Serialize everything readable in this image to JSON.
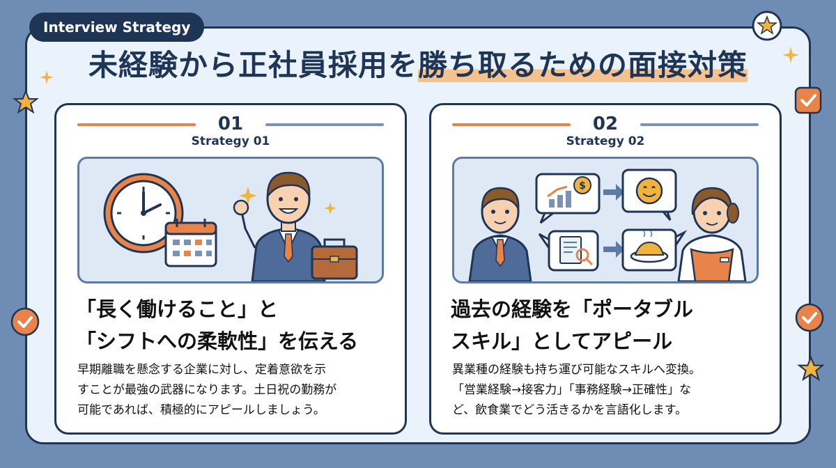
{
  "tag_label": "Interview Strategy",
  "title": {
    "plain": "未経験から正社員採用を",
    "highlight": "勝ち取るための面接対策"
  },
  "cards": [
    {
      "number": "01",
      "subtitle": "Strategy 01",
      "heading_line1": "「長く働けること」と",
      "heading_line2": "「シフトへの柔軟性」を伝える",
      "body_line1": "早期離職を懸念する企業に対し、定着意欲を示",
      "body_line2": "すことが最強の武器になります。土日祝の勤務が",
      "body_line3": "可能であれば、積極的にアピールしましょう。",
      "icons": [
        "clock-icon",
        "calendar-icon",
        "businessman-icon",
        "briefcase-icon",
        "sparkle-icon"
      ]
    },
    {
      "number": "02",
      "subtitle": "Strategy 02",
      "heading_line1": "過去の経験を「ポータブル",
      "heading_line2": "スキル」としてアピール",
      "body_line1": "異業種の経験も持ち運び可能なスキルへ変換。",
      "body_line2": "「営業経験→接客力」「事務経験→正確性」な",
      "body_line3": "ど、飲食業でどう活きるかを言語化します。",
      "icons": [
        "growth-chart-icon",
        "smile-icon",
        "document-search-icon",
        "food-dish-icon",
        "arrow-right-icon",
        "businessman-icon",
        "waitress-icon"
      ]
    }
  ],
  "colors": {
    "background": "#6f8cb5",
    "navy": "#1f3556",
    "orange": "#e8834a",
    "panel": "#eaf2fc",
    "highlight": "#f5c28e"
  }
}
